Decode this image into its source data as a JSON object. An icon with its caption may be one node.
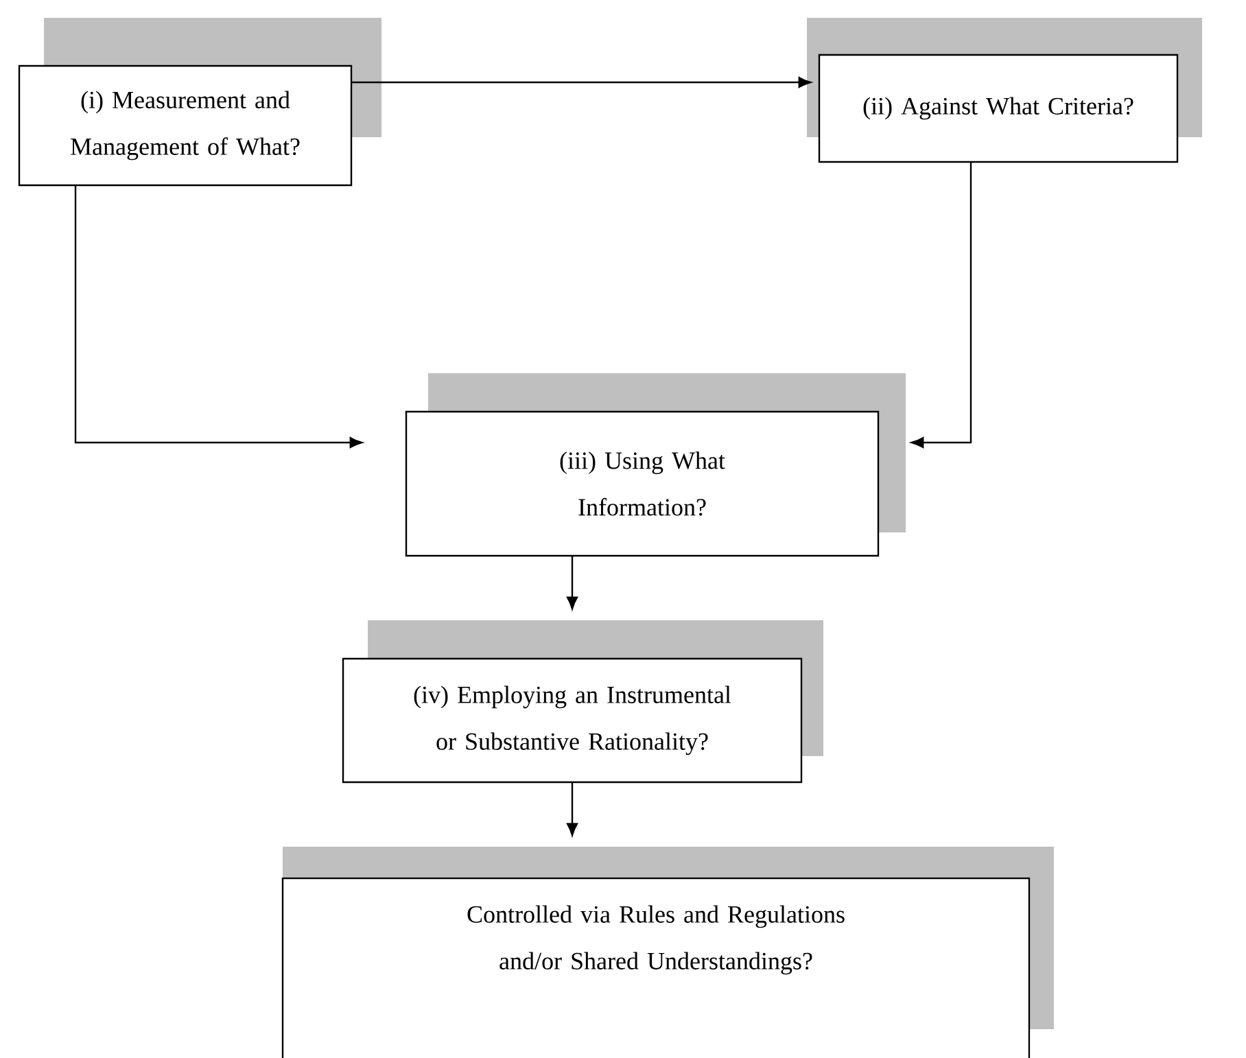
{
  "diagram": {
    "nodes": [
      {
        "text": [
          "(i) Measurement and Management of What?"
        ]
      },
      {
        "text": [
          "(ii) Against What Criteria?"
        ]
      },
      {
        "text": [
          "(iii) Using What Information?"
        ]
      },
      {
        "text": [
          "(iv) Employing an Instrumental or Substantive Rationality?"
        ]
      },
      {
        "text": [
          "Controlled via Rules and Regulations and/or Shared Understandings?"
        ]
      }
    ],
    "edges": [
      {
        "from": 0,
        "to": 1,
        "arrow": "to"
      },
      {
        "from": 0,
        "to": 2,
        "arrow": "to"
      },
      {
        "from": 1,
        "to": 2,
        "arrow": "to"
      },
      {
        "from": 2,
        "to": 3,
        "arrow": "to"
      },
      {
        "from": 3,
        "to": 4,
        "arrow": "to"
      }
    ]
  }
}
